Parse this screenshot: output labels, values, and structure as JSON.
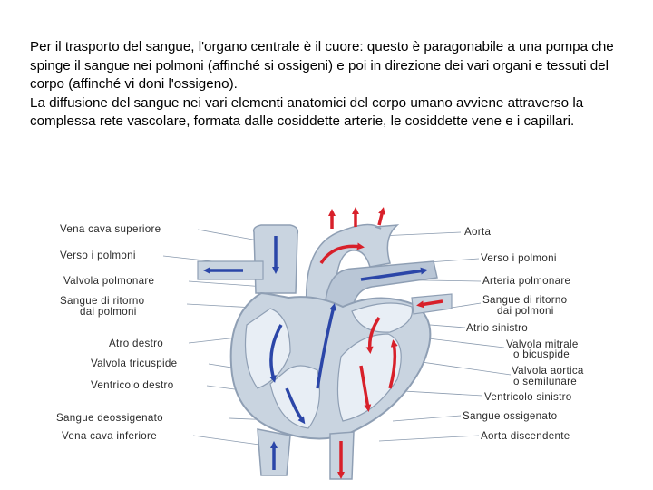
{
  "intro": {
    "p1_a": "Per il trasporto del sangue, l'organo centrale è il ",
    "p1_b": "cuore",
    "p1_c": ": questo è paragonabile a una pompa che spinge il sangue nei ",
    "p1_d": "polmoni",
    "p1_e": " (affinché si ossigeni) e poi in direzione dei vari organi e tessuti del corpo (affinché vi doni l'ossigeno).",
    "p2_a": "La diffusione del sangue nei vari elementi anatomici del ",
    "p2_b": "corpo umano",
    "p2_c": " avviene attraverso la complessa rete vascolare, formata dalle cosiddette ",
    "p2_d": "arterie",
    "p2_e": ", le cosiddette ",
    "p2_f": "vene",
    "p2_g": " e i ",
    "p2_h": "capillari",
    "p2_i": "."
  },
  "labels_left": {
    "vena_cava_superiore": "Vena cava superiore",
    "verso_polmoni": "Verso i polmoni",
    "valvola_polmonare": "Valvola polmonare",
    "sangue_ritorno_1": "Sangue di ritorno",
    "sangue_ritorno_2": "dai polmoni",
    "atrio_destro": "Atro destro",
    "valvola_tricuspide": "Valvola tricuspide",
    "ventricolo_destro": "Ventricolo destro",
    "sangue_deossigenato": "Sangue deossigenato",
    "vena_cava_inferiore": "Vena cava inferiore"
  },
  "labels_right": {
    "aorta": "Aorta",
    "verso_polmoni": "Verso i polmoni",
    "arteria_polmonare": "Arteria polmonare",
    "sangue_ritorno_1": "Sangue di ritorno",
    "sangue_ritorno_2": "dai polmoni",
    "atrio_sinistro": "Atrio sinistro",
    "valvola_mitrale_1": "Valvola mitrale",
    "valvola_mitrale_2": "o bicuspide",
    "valvola_aortica_1": "Valvola aortica",
    "valvola_aortica_2": "o semilunare",
    "ventricolo_sinistro": "Ventricolo sinistro",
    "sangue_ossigenato": "Sangue ossigenato",
    "aorta_discendente": "Aorta discendente"
  },
  "colors": {
    "oxygenated": "#d8202a",
    "deoxygenated": "#2b46a8",
    "tissue": "#c9d4e0",
    "tissue_dark": "#8f9fb4",
    "leader": "#8a9aae"
  }
}
